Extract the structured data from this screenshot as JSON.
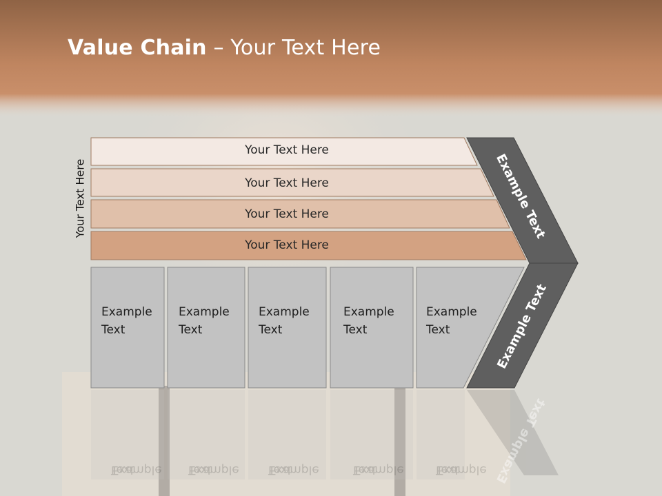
{
  "title": {
    "bold": "Value Chain",
    "rest": " – Your Text Here"
  },
  "vertical_label": "Your Text Here",
  "bands": [
    {
      "label": "Your Text Here",
      "color": "#f3e9e3"
    },
    {
      "label": "Your Text Here",
      "color": "#ead6c9"
    },
    {
      "label": "Your Text Here",
      "color": "#e0c0aa"
    },
    {
      "label": "Your Text Here",
      "color": "#d3a282"
    }
  ],
  "cells": [
    {
      "line1": "Example",
      "line2": "Text"
    },
    {
      "line1": "Example",
      "line2": "Text"
    },
    {
      "line1": "Example",
      "line2": "Text"
    },
    {
      "line1": "Example",
      "line2": "Text"
    },
    {
      "line1": "Example",
      "line2": "Text"
    }
  ],
  "chevron_top_label": "Example Text",
  "chevron_bottom_label": "Example Text",
  "colors": {
    "header": "#b8835f",
    "chevron": "#5f5f5f",
    "cell": "#c2c2c2"
  }
}
